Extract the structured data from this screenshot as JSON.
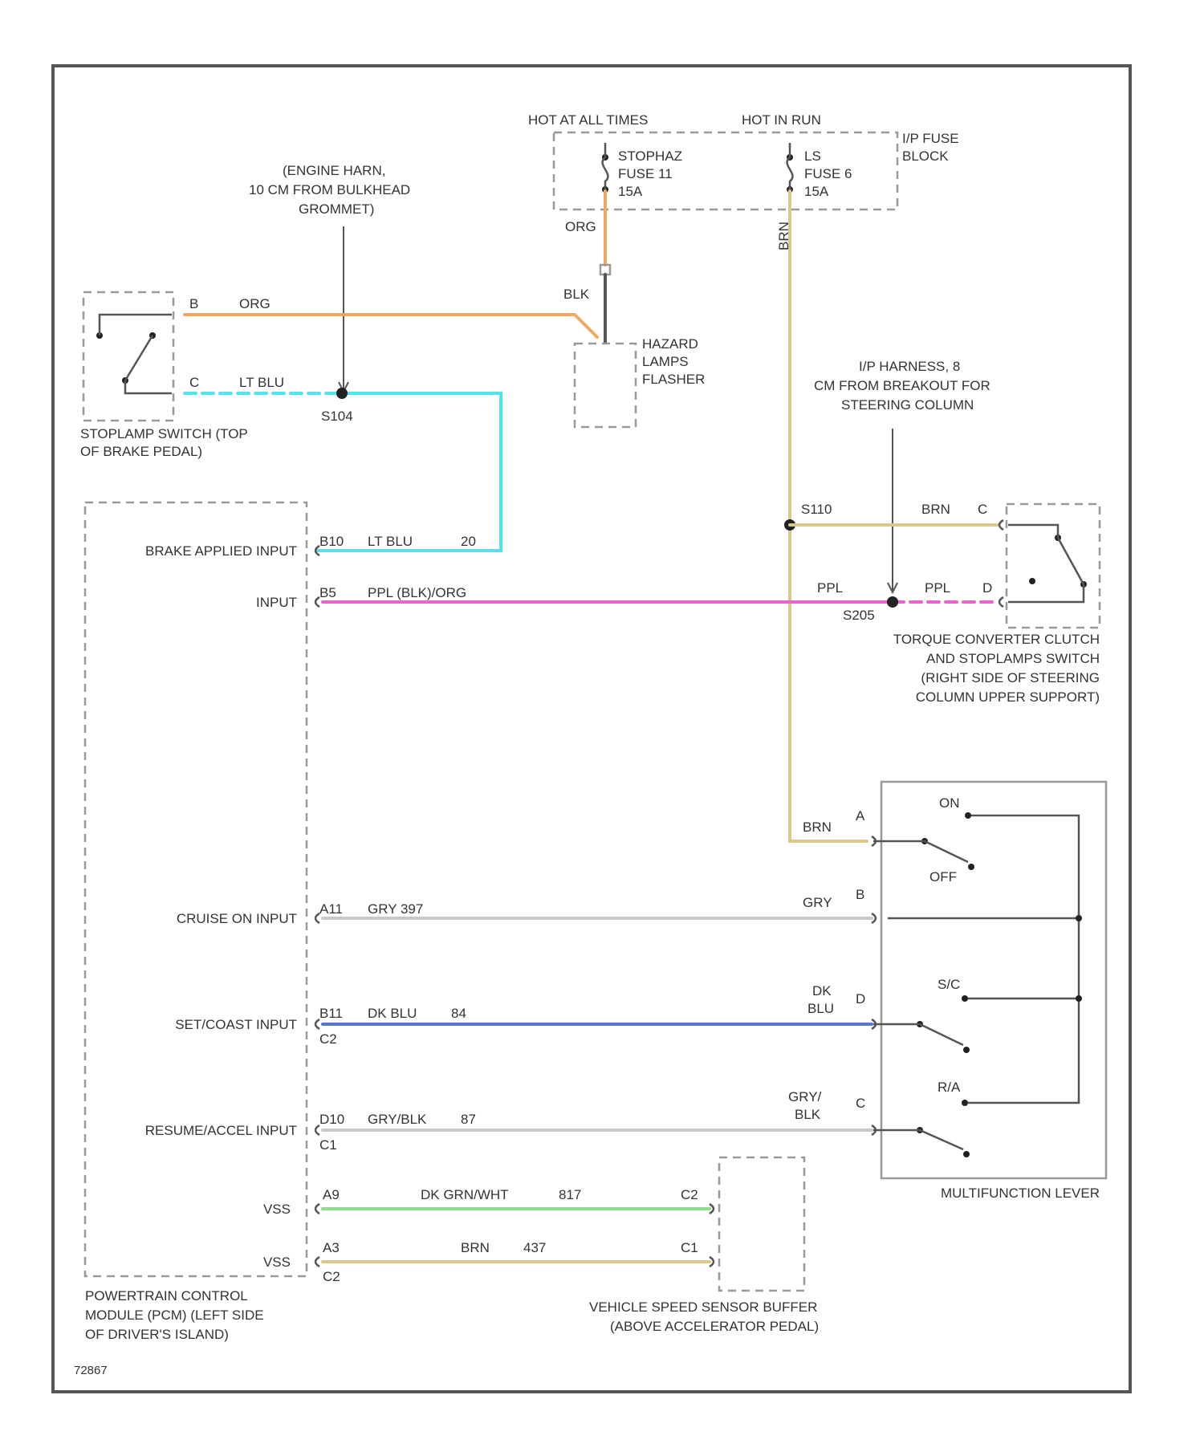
{
  "colors": {
    "org": "#f0a860",
    "lt_blu": "#55e3ea",
    "ppl": "#f060d0",
    "brn": "#d8c98a",
    "gry": "#c8c8c8",
    "dk_blu": "#5a74cc",
    "dk_grn": "#8fdc8f",
    "blk": "#555555",
    "frame": "#555555"
  },
  "labels": {
    "hot_all_times": "HOT AT ALL TIMES",
    "hot_in_run": "HOT IN RUN",
    "ip_fuse_block": [
      "I/P FUSE",
      "BLOCK"
    ],
    "stophaz_fuse": [
      "STOPHAZ",
      "FUSE 11",
      "15A"
    ],
    "fuse_6": [
      "LS",
      "FUSE 6",
      "15A"
    ],
    "engine_harn": [
      "(ENGINE HARN,",
      "10 CM FROM BULKHEAD",
      "GROMMET)"
    ],
    "hazard_flasher": [
      "HAZARD",
      "LAMPS",
      "FLASHER"
    ],
    "ip_harness": [
      "I/P HARNESS, 8",
      "CM FROM BREAKOUT FOR",
      "STEERING COLUMN"
    ],
    "stoplamp_switch": [
      "STOPLAMP SWITCH (TOP",
      "OF BRAKE PEDAL)"
    ],
    "tcc_switch": [
      "TORQUE CONVERTER CLUTCH",
      "AND STOPLAMPS SWITCH",
      "(RIGHT SIDE OF STEERING",
      "COLUMN UPPER SUPPORT)"
    ],
    "multifunction": "MULTIFUNCTION LEVER",
    "pcm": [
      "POWERTRAIN CONTROL",
      "MODULE (PCM) (LEFT SIDE",
      "OF DRIVER'S ISLAND)"
    ],
    "vss_buffer": [
      "VEHICLE SPEED SENSOR BUFFER",
      "(ABOVE ACCELERATOR PEDAL)"
    ],
    "figure_id": "72867"
  },
  "pcm_inputs": [
    "BRAKE APPLIED INPUT",
    "INPUT",
    "CRUISE ON INPUT",
    "SET/COAST INPUT",
    "RESUME/ACCEL INPUT",
    "VSS",
    "VSS"
  ],
  "wire_labels": {
    "org_top": "ORG",
    "blk_flasher": "BLK",
    "brn_vert": "BRN",
    "org_stop": "ORG",
    "pin_b": "B",
    "pin_c": "C",
    "lt_blu_stop": "LT BLU",
    "splice_s104": "S104",
    "brake_pin": "B10",
    "brake_color": "LT BLU",
    "brake_circuit": "20",
    "input_pin": "B5",
    "input_color": "PPL  (BLK)/ORG",
    "splice_s110": "S110",
    "brn_tcc": "BRN",
    "tcc_pin_c": "C",
    "ppl_right": "PPL",
    "ppl_right2": "PPL",
    "tcc_pin_d": "D",
    "splice_s205": "S205",
    "brn_a": "BRN",
    "pin_a": "A",
    "cruise_pin": "A11",
    "cruise_color": "GRY  397",
    "gry_b": "GRY",
    "pin_b_mf": "B",
    "set_pin": "B11",
    "set_color": "DK BLU",
    "set_circuit": "84",
    "set_conn": "C2",
    "dk_blu_right": [
      "DK",
      "BLU"
    ],
    "pin_d_mf": "D",
    "resume_pin": "D10",
    "resume_color": "GRY/BLK",
    "resume_circuit": "87",
    "resume_conn": "C1",
    "gry_blk_right": [
      "GRY/",
      "BLK"
    ],
    "pin_c_mf": "C",
    "vss_pin": "A9",
    "vss_color": "DK GRN/WHT",
    "vss_circuit": "817",
    "vss_buffer_pin": "C2",
    "vss2_pin": "A3",
    "vss2_color": "BRN",
    "vss2_circuit": "437",
    "vss2_conn": "C2",
    "vss2_buffer_pin": "C1"
  },
  "multifunction_positions": [
    "ON",
    "OFF",
    "S/C",
    "R/A"
  ]
}
